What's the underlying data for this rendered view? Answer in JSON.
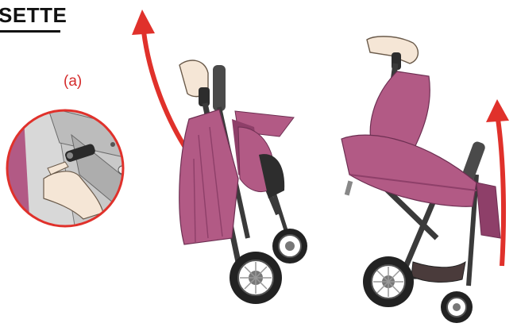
{
  "heading": {
    "text": "SETTE"
  },
  "callout": {
    "label": "(a)"
  },
  "colors": {
    "accent_red": "#e0312b",
    "fabric": "#b25a85",
    "fabric_dark": "#8e3f69",
    "frame": "#3a3a3a",
    "wheel": "#222222",
    "hand": "#f5e6d6"
  },
  "illustrations": [
    {
      "icon": "stroller-folded-lift"
    },
    {
      "icon": "stroller-tilted-lift"
    },
    {
      "icon": "release-lever-detail"
    }
  ]
}
